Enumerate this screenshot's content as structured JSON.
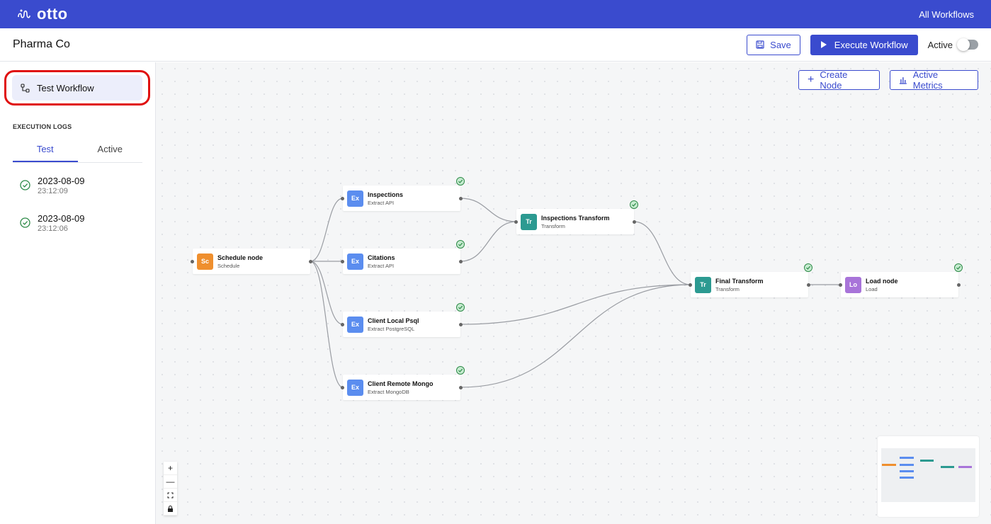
{
  "app": {
    "brand": "otto",
    "all_workflows": "All Workflows"
  },
  "header": {
    "title": "Pharma Co",
    "save_label": "Save",
    "execute_label": "Execute Workflow",
    "active_label": "Active",
    "active_on": false
  },
  "sidebar": {
    "test_workflow": "Test Workflow",
    "logs_heading": "EXECUTION LOGS",
    "tabs": [
      {
        "label": "Test",
        "active": true
      },
      {
        "label": "Active",
        "active": false
      }
    ],
    "logs": [
      {
        "date": "2023-08-09",
        "time": "23:12:09",
        "status": "success"
      },
      {
        "date": "2023-08-09",
        "time": "23:12:06",
        "status": "success"
      }
    ]
  },
  "canvas": {
    "create_node": "Create Node",
    "active_metrics": "Active Metrics",
    "nodes": [
      {
        "id": "schedule",
        "badge": "Sc",
        "title": "Schedule node",
        "subtitle": "Schedule",
        "color": "#ef8f2e",
        "status": false
      },
      {
        "id": "inspections",
        "badge": "Ex",
        "title": "Inspections",
        "subtitle": "Extract API",
        "color": "#5b8def",
        "status": true
      },
      {
        "id": "citations",
        "badge": "Ex",
        "title": "Citations",
        "subtitle": "Extract API",
        "color": "#5b8def",
        "status": true
      },
      {
        "id": "psql",
        "badge": "Ex",
        "title": "Client Local Psql",
        "subtitle": "Extract PostgreSQL",
        "color": "#5b8def",
        "status": true
      },
      {
        "id": "mongo",
        "badge": "Ex",
        "title": "Client Remote Mongo",
        "subtitle": "Extract MongoDB",
        "color": "#5b8def",
        "status": true
      },
      {
        "id": "insp_transform",
        "badge": "Tr",
        "title": "Inspections Transform",
        "subtitle": "Transform",
        "color": "#2c9a91",
        "status": true
      },
      {
        "id": "final_transform",
        "badge": "Tr",
        "title": "Final Transform",
        "subtitle": "Transform",
        "color": "#2c9a91",
        "status": true
      },
      {
        "id": "load",
        "badge": "Lo",
        "title": "Load node",
        "subtitle": "Load",
        "color": "#a874d9",
        "status": true
      }
    ],
    "controls": [
      "zoom-in",
      "zoom-out",
      "fit-view",
      "lock"
    ]
  }
}
